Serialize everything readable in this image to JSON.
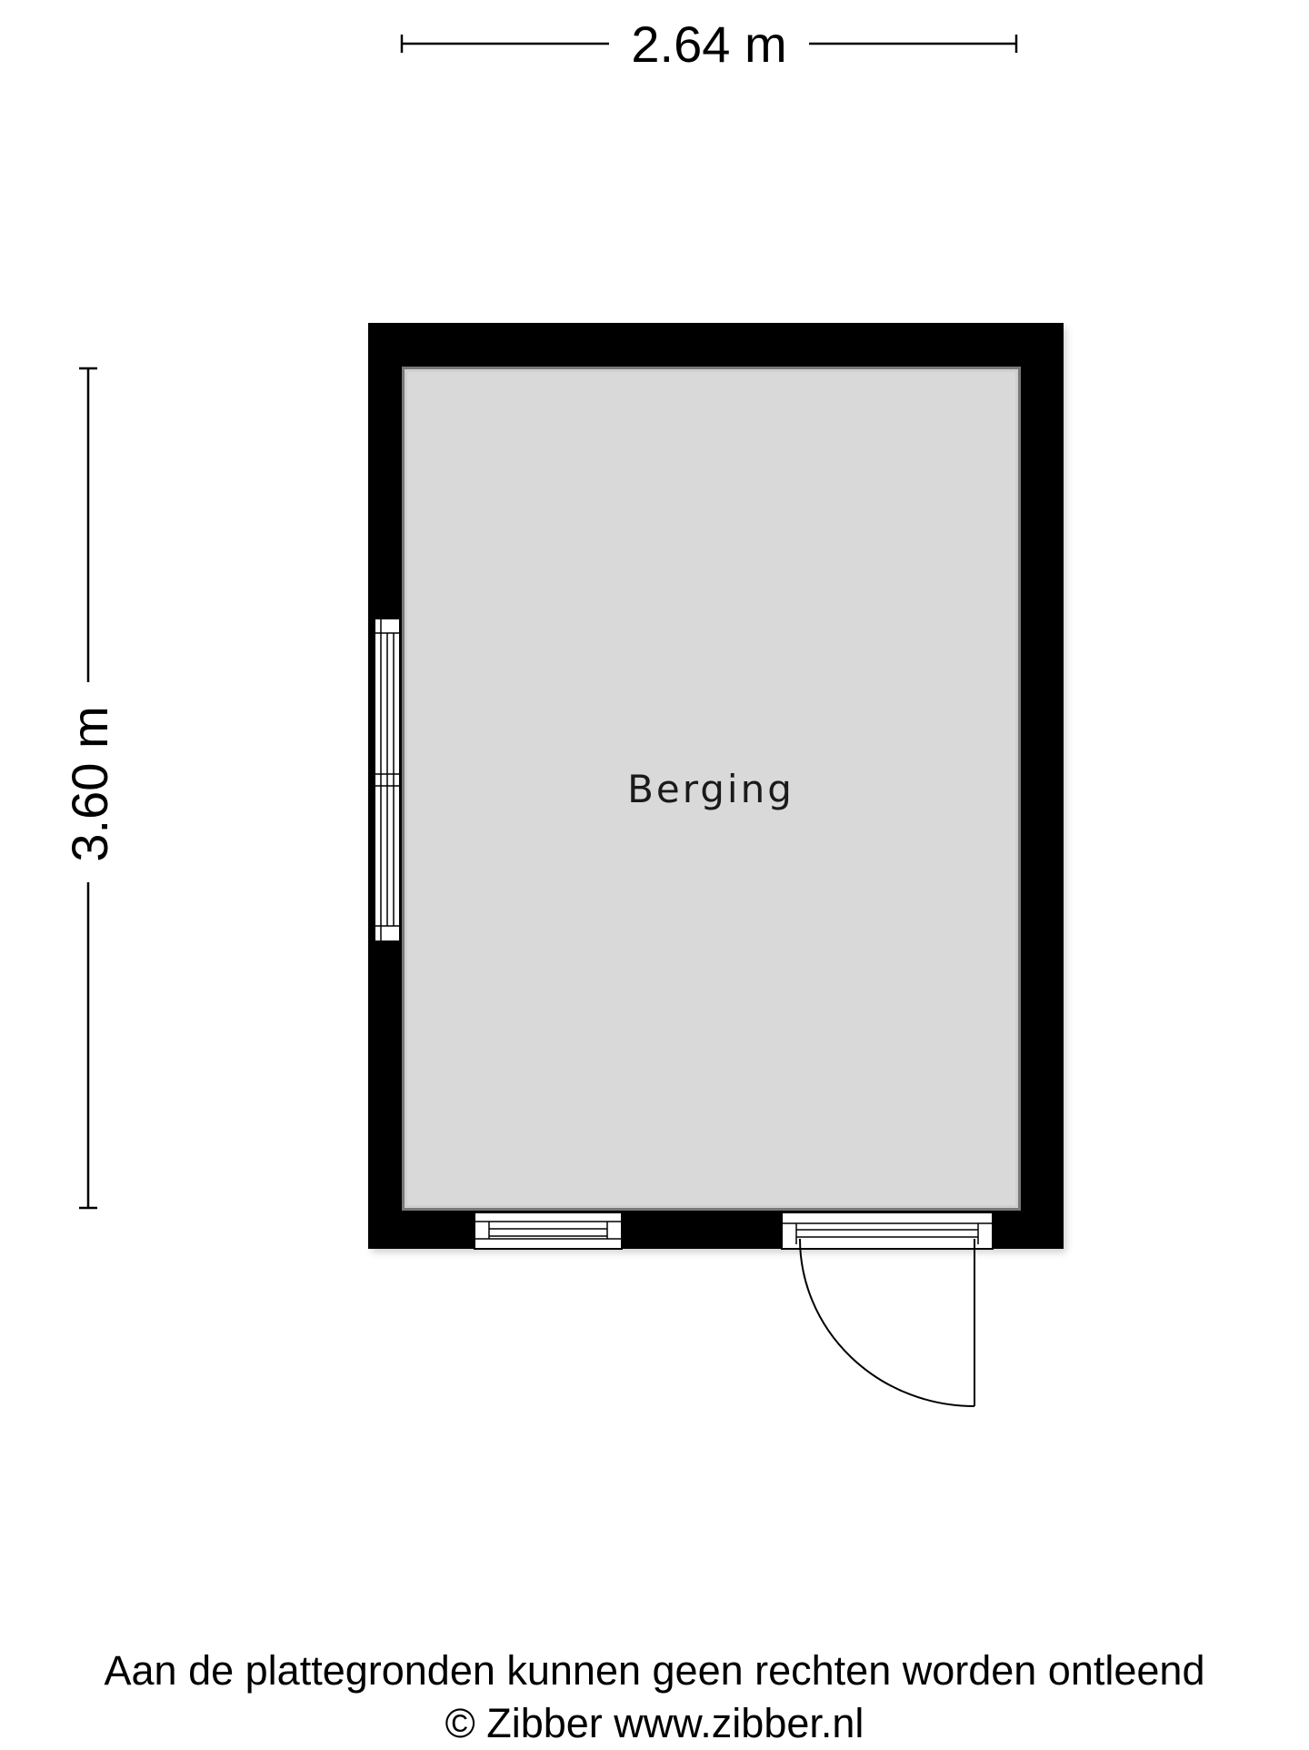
{
  "dimensions": {
    "width": "2.64 m",
    "depth": "3.60 m"
  },
  "room": {
    "name": "Berging"
  },
  "footer": {
    "line1": "Aan de plattegronden kunnen geen rechten worden ontleend",
    "line2": "© Zibber www.zibber.nl"
  },
  "colors": {
    "wall": "#000000",
    "floor": "#d9d9d9",
    "line": "#000000",
    "background": "#ffffff"
  }
}
